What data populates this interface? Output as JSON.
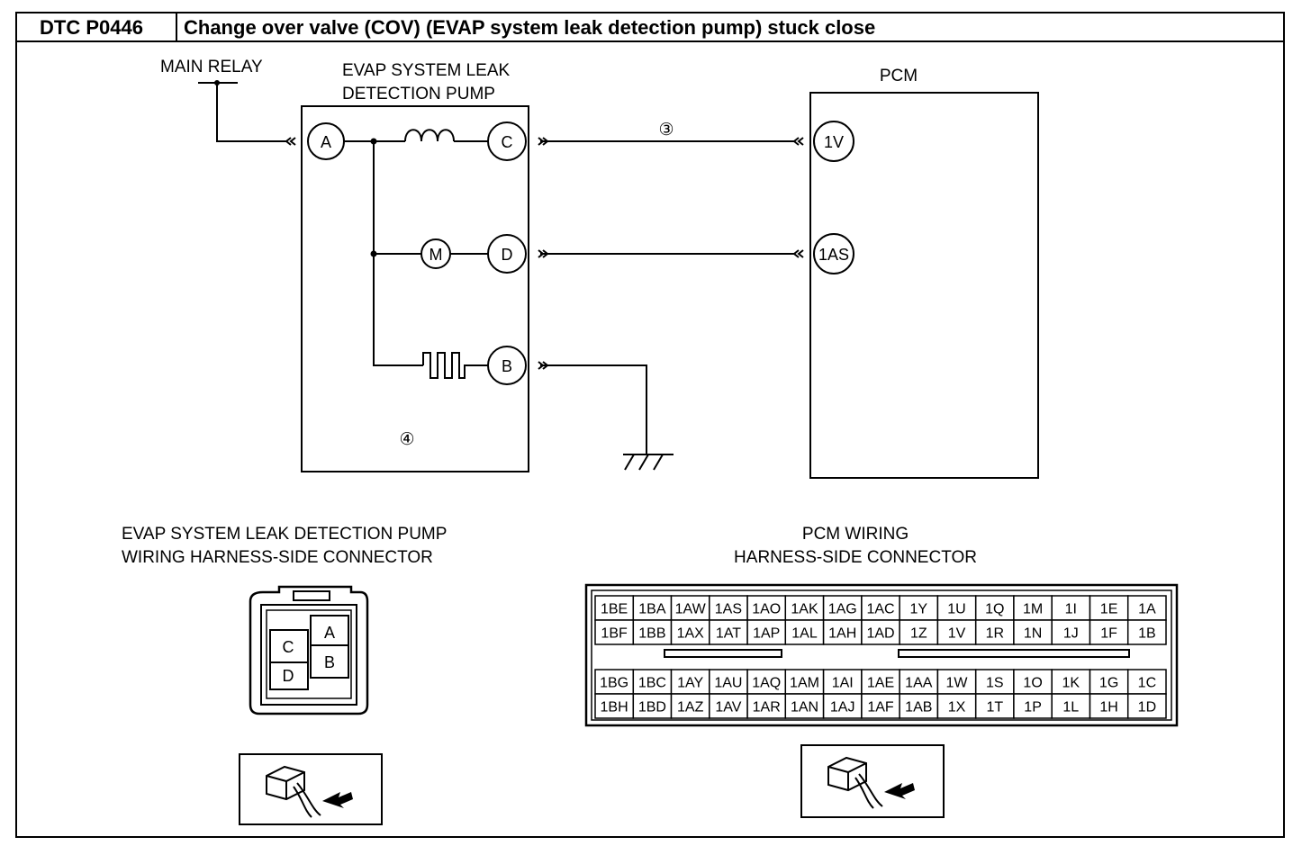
{
  "header": {
    "dtc": "DTC P0446",
    "title": "Change over valve (COV) (EVAP system leak detection pump) stuck close"
  },
  "schematic": {
    "main_relay": "MAIN RELAY",
    "pump_label_line1": "EVAP SYSTEM LEAK",
    "pump_label_line2": "DETECTION PUMP",
    "pcm_label": "PCM",
    "pump_pins": {
      "a": "A",
      "b": "B",
      "c": "C",
      "d": "D"
    },
    "motor_symbol": "M",
    "pcm_pins": {
      "p1v": "1V",
      "p1as": "1AS"
    },
    "wire_ref_3": "③",
    "component_ref_4": "④"
  },
  "pump_connector": {
    "title_line1": "EVAP SYSTEM LEAK DETECTION PUMP",
    "title_line2": "WIRING HARNESS-SIDE CONNECTOR",
    "pins": {
      "a": "A",
      "b": "B",
      "c": "C",
      "d": "D"
    }
  },
  "pcm_connector": {
    "title_line1": "PCM WIRING",
    "title_line2": "HARNESS-SIDE CONNECTOR",
    "upper_rows": [
      [
        "1BE",
        "1BA",
        "1AW",
        "1AS",
        "1AO",
        "1AK",
        "1AG",
        "1AC",
        "1Y",
        "1U",
        "1Q",
        "1M",
        "1I",
        "1E",
        "1A"
      ],
      [
        "1BF",
        "1BB",
        "1AX",
        "1AT",
        "1AP",
        "1AL",
        "1AH",
        "1AD",
        "1Z",
        "1V",
        "1R",
        "1N",
        "1J",
        "1F",
        "1B"
      ]
    ],
    "lower_rows": [
      [
        "1BG",
        "1BC",
        "1AY",
        "1AU",
        "1AQ",
        "1AM",
        "1AI",
        "1AE",
        "1AA",
        "1W",
        "1S",
        "1O",
        "1K",
        "1G",
        "1C"
      ],
      [
        "1BH",
        "1BD",
        "1AZ",
        "1AV",
        "1AR",
        "1AN",
        "1AJ",
        "1AF",
        "1AB",
        "1X",
        "1T",
        "1P",
        "1L",
        "1H",
        "1D"
      ]
    ]
  },
  "icons": {
    "pump_view": "harness-side-view-icon",
    "pcm_view": "harness-side-view-icon"
  }
}
